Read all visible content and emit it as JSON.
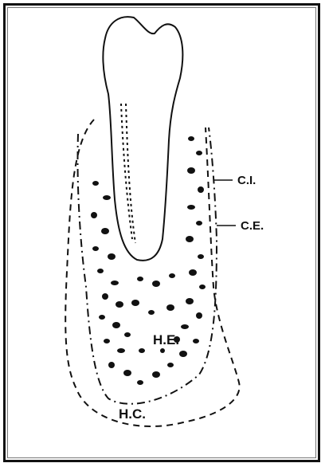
{
  "figure": {
    "labels": {
      "ci": "C.I.",
      "ce": "C.E.",
      "he": "H.E.",
      "hc": "H.C."
    }
  },
  "colors": {
    "ink": "#111111",
    "background": "#ffffff"
  }
}
